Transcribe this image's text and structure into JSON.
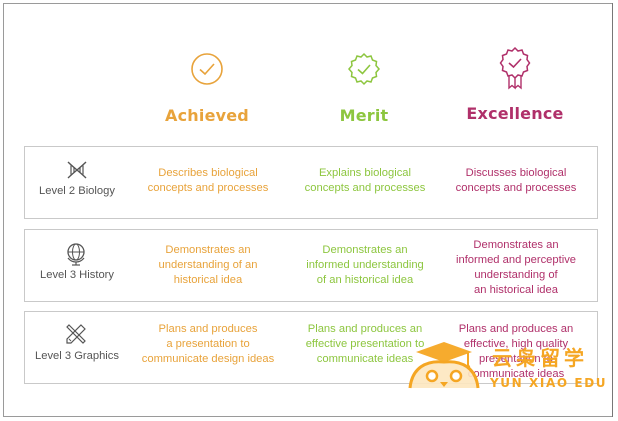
{
  "columns": [
    {
      "title": "Achieved",
      "icon": "circle-check-icon",
      "color": "#e8a33b"
    },
    {
      "title": "Merit",
      "icon": "badge-check-icon",
      "color": "#8dc63f"
    },
    {
      "title": "Excellence",
      "icon": "ribbon-medal-icon",
      "color": "#b0306a"
    }
  ],
  "rows": [
    {
      "label": "Level 2 Biology",
      "icon": "dna-icon",
      "achieved": [
        "Describes biological",
        "concepts and processes"
      ],
      "merit": [
        "Explains biological",
        "concepts and processes"
      ],
      "excellence": [
        "Discusses biological",
        "concepts and processes"
      ]
    },
    {
      "label": "Level 3 History",
      "icon": "globe-icon",
      "achieved": [
        "Demonstrates an",
        "understanding of an",
        "historical idea"
      ],
      "merit": [
        "Demonstrates an",
        "informed understanding",
        "of an historical idea"
      ],
      "excellence": [
        "Demonstrates an",
        "informed and perceptive",
        "understanding of",
        "an historical idea"
      ]
    },
    {
      "label": "Level 3 Graphics",
      "icon": "pencil-ruler-icon",
      "achieved": [
        "Plans and produces",
        "a presentation to",
        "communicate design ideas"
      ],
      "merit": [
        "Plans and produces an",
        "effective presentation to",
        "communicate ideas"
      ],
      "excellence": [
        "Plans and produces an",
        "effective, high quality",
        "presentation to",
        "communicate ideas"
      ]
    }
  ],
  "watermark": {
    "chinese": "云枭留学",
    "english": "YUN XIAO EDU",
    "color": "#f5a623"
  }
}
